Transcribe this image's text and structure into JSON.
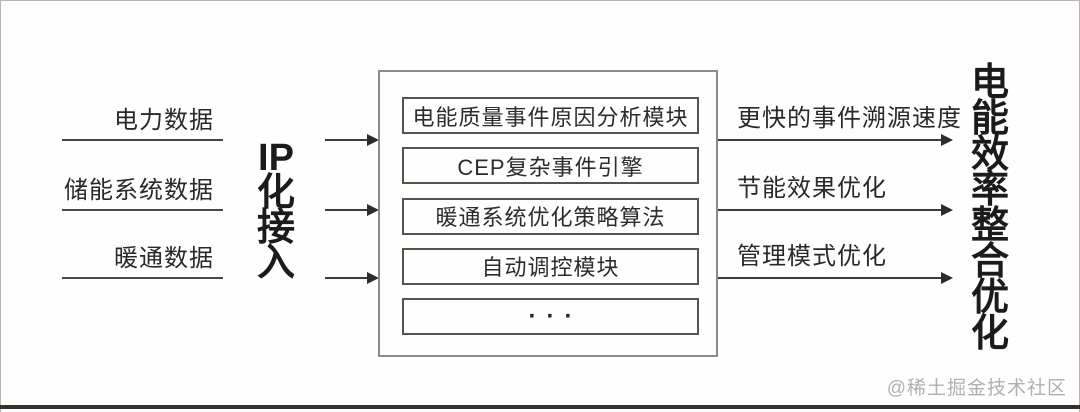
{
  "diagram": {
    "inputs": [
      "电力数据",
      "储能系统数据",
      "暖通数据"
    ],
    "ingress_title": "IP化接入",
    "modules": [
      "电能质量事件原因分析模块",
      "CEP复杂事件引擎",
      "暖通系统优化策略算法",
      "自动调控模块",
      "···"
    ],
    "outputs": [
      "更快的事件溯源速度",
      "节能效果优化",
      "管理模式优化"
    ],
    "result_title": "电能效率整合优化",
    "watermark": "@稀土掘金技术社区",
    "colors": {
      "background": "#fefefe",
      "line": "#3d3b39",
      "outer_box_border": "#8d8a87",
      "module_box_border": "#56534f",
      "title_text": "#1d1b19",
      "label_text": "#2b2927",
      "watermark_text": "#b2b0ae",
      "bottom_bar": "#33312e"
    }
  }
}
